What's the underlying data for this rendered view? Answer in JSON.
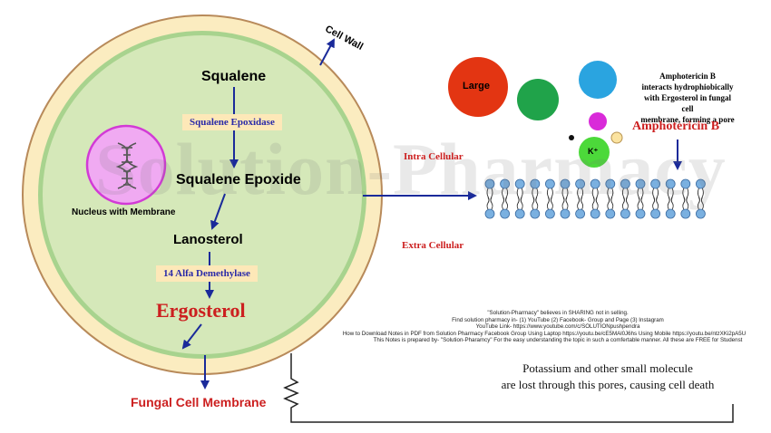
{
  "watermark": "Solution-Pharmacy",
  "cell": {
    "cell_wall_label": "Cell Wall",
    "nucleus_label": "Nucleus with Membrane",
    "membrane_label": "Fungal Cell Membrane"
  },
  "pathway": {
    "squalene": "Squalene",
    "enzyme1": "Squalene Epoxidase",
    "squalene_epoxide": "Squalene Epoxide",
    "lanosterol": "Lanosterol",
    "enzyme2": "14 Alfa Demethylase",
    "ergosterol": "Ergosterol"
  },
  "membrane_panel": {
    "intra": "Intra Cellular",
    "extra": "Extra Cellular",
    "large_label": "Large",
    "k_label": "K⁺",
    "description": [
      "Amphotericin B",
      "interacts hydrophiobically",
      "with Ergosterol in fungal cell",
      "membrane, forming a pore"
    ],
    "drug_name": "Amphotericin B"
  },
  "notes": [
    "\"Solution-Pharmacy\" believes in SHARING not in selling.",
    "Find solution pharmacy in- (1) YouTube (2) Facebook- Group and Page (3) Instagram",
    "YouTube Link- https://www.youtube.com/c/SOLUTIONpushpendra",
    "How to Download Notes in PDF from Solution Pharmacy Facebook Group Using Laptop https://youtu.be/cE5MAl0J6hs Using Mobile https://youtu.be/ntzXKi2pA5U",
    "This Notes is prepared by- \"Solution-Pharamcy\" For the easy understanding the topic in such a comfertable manner. All these are FREE for Studenst"
  ],
  "conclusion": [
    "Potassium and other small molecule",
    "are lost through this pores, causing cell death"
  ],
  "colors": {
    "cytoplasm": "#d5e8b9",
    "membrane_green": "#a8d38e",
    "cell_wall": "#fbecc0",
    "wall_outline": "#b88a5a",
    "arrow": "#1a2a9a",
    "red_text": "#cc1f1f",
    "nucleus": "#f0aaf2",
    "nucleus_outline": "#d23ad6",
    "large_ball": "#e33512",
    "green_ball": "#20a34a",
    "blue_ball": "#2aa4e0",
    "magenta_ball": "#d92ad9",
    "k_ball": "#4cd93a",
    "lipid_head": "#7ab0e0"
  }
}
